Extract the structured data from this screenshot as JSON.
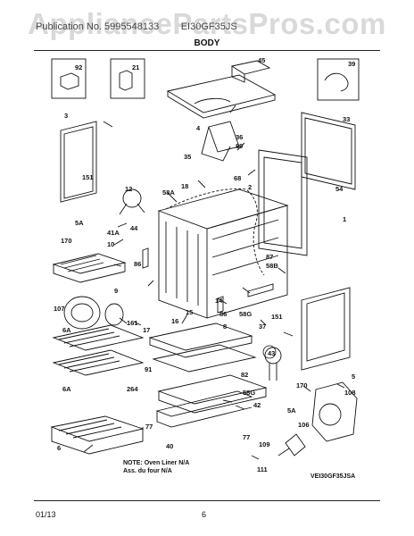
{
  "watermark": "AppliancePartsPros.com",
  "header": {
    "publication": "Publication No. 5995548133",
    "model": "EI30GF35JS",
    "section": "BODY"
  },
  "callouts": [
    "45",
    "92",
    "21",
    "39",
    "3",
    "4",
    "36",
    "89",
    "35",
    "68",
    "33",
    "151",
    "2",
    "12",
    "58A",
    "18",
    "5A",
    "41A",
    "44",
    "170",
    "10",
    "87",
    "86",
    "58B",
    "54",
    "1",
    "9",
    "14",
    "16",
    "15",
    "17",
    "107",
    "161",
    "86",
    "58G",
    "37",
    "151",
    "6A",
    "8",
    "43",
    "6A",
    "91",
    "5",
    "264",
    "82",
    "58G",
    "170",
    "108",
    "42",
    "5A",
    "77",
    "40",
    "77",
    "6",
    "109",
    "106",
    "111"
  ],
  "note": {
    "line1": "NOTE: Oven Liner N/A",
    "line2": "Ass. du four N/A"
  },
  "model_code": "VEI30GF35JSA",
  "footer": {
    "date": "01/13",
    "page": "6"
  }
}
